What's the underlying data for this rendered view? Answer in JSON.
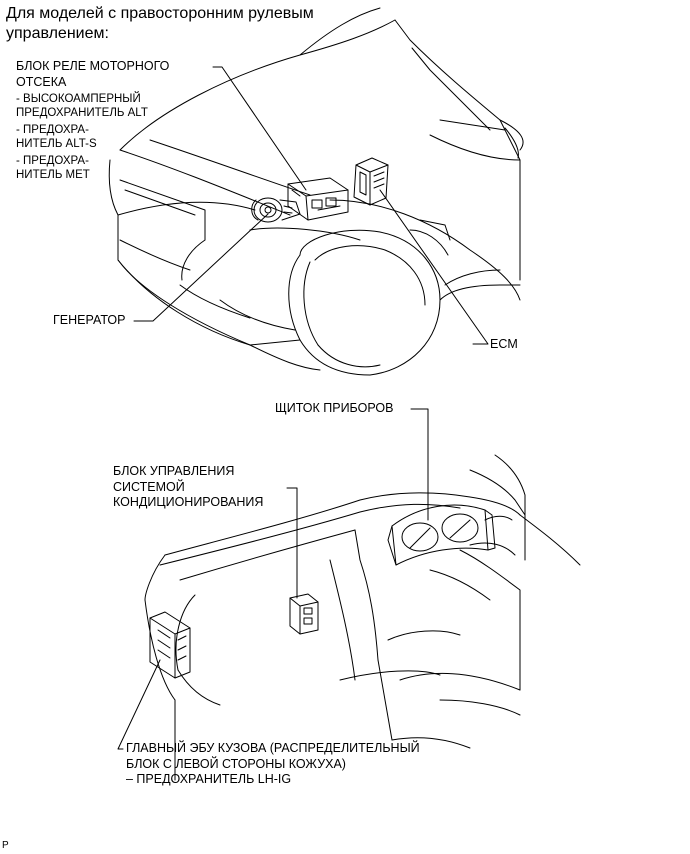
{
  "heading": {
    "line1": "Для моделей с правосторонним рулевым",
    "line2": "управлением:"
  },
  "labels": {
    "relay_block": {
      "line1": "БЛОК РЕЛЕ МОТОРНОГО",
      "line2": "ОТСЕКА",
      "items": [
        "- ВЫСОКОАМПЕРНЫЙ",
        "ПРЕДОХРАНИТЕЛЬ ALT",
        "- ПРЕДОХРА-",
        "НИТЕЛЬ ALT-S",
        "- ПРЕДОХРА-",
        "НИТЕЛЬ MET"
      ]
    },
    "generator": "ГЕНЕРАТОР",
    "ecm": "ECM",
    "instrument_panel": "ЩИТОК ПРИБОРОВ",
    "ac_unit": {
      "line1": "БЛОК УПРАВЛЕНИЯ",
      "line2": "СИСТЕМОЙ",
      "line3": "КОНДИЦИОНИРОВАНИЯ"
    },
    "body_ecu": {
      "line1": "ГЛАВНЫЙ ЭБУ КУЗОВА (РАСПРЕДЕЛИТЕЛЬНЫЙ",
      "line2": "БЛОК С ЛЕВОЙ СТОРОНЫ КОЖУХА)",
      "line3": "– ПРЕДОХРАНИТЕЛЬ LH-IG"
    }
  },
  "corner_mark": "P",
  "colors": {
    "line": "#000000",
    "background": "#ffffff"
  }
}
